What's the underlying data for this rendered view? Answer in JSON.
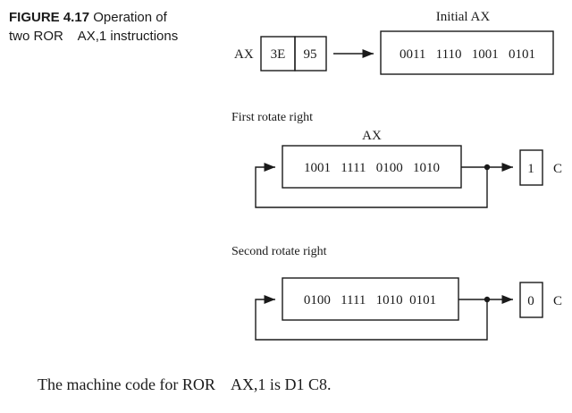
{
  "caption": {
    "figure_label": "FIGURE",
    "figure_number": "4.17",
    "title_line1": "Operation of",
    "title_line2": "two ROR    AX,1 instructions"
  },
  "initial": {
    "heading": "Initial AX",
    "register_label": "AX",
    "high_byte": "3E",
    "low_byte": "95",
    "bits": "0011   1110   1001   0101"
  },
  "first_rotate": {
    "heading": "First rotate right",
    "register_label": "AX",
    "bits": "1001   1111   0100   1010",
    "carry_value": "1",
    "carry_label": "C"
  },
  "second_rotate": {
    "heading": "Second rotate right",
    "bits": "0100   1111   1010  0101",
    "carry_value": "0",
    "carry_label": "C"
  },
  "footer": "The machine code for ROR    AX,1 is D1 C8."
}
